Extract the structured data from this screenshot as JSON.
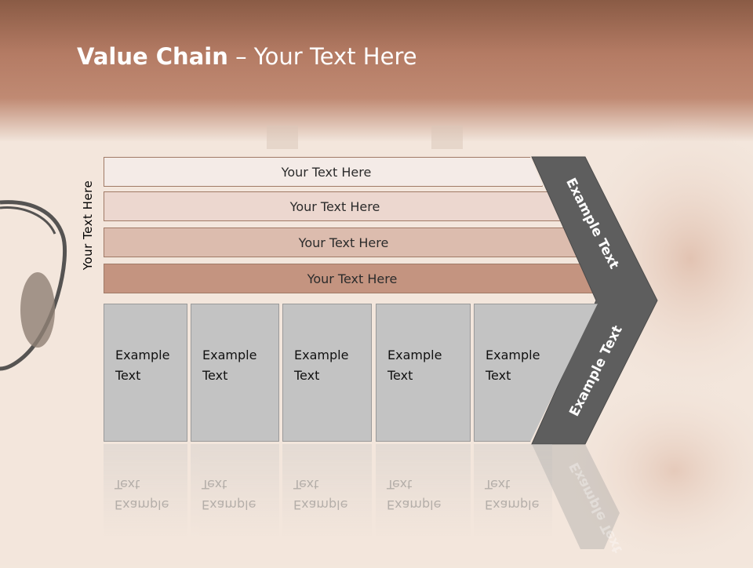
{
  "slide": {
    "title_bold": "Value Chain",
    "title_rest": " – Your Text Here",
    "side_label": "Your Text Here"
  },
  "bands": [
    {
      "label": "Your Text Here"
    },
    {
      "label": "Your Text Here"
    },
    {
      "label": "Your Text Here"
    },
    {
      "label": "Your Text Here"
    }
  ],
  "columns": [
    {
      "line1": "Example",
      "line2": "Text"
    },
    {
      "line1": "Example",
      "line2": "Text"
    },
    {
      "line1": "Example",
      "line2": "Text"
    },
    {
      "line1": "Example",
      "line2": "Text"
    },
    {
      "line1": "Example",
      "line2": "Text"
    }
  ],
  "chevron": {
    "upper_label": "Example Text",
    "lower_label": "Example Text"
  },
  "colors": {
    "header": "#b47b64",
    "chevron": "#5e5e5e",
    "column": "#c3c3c3"
  }
}
